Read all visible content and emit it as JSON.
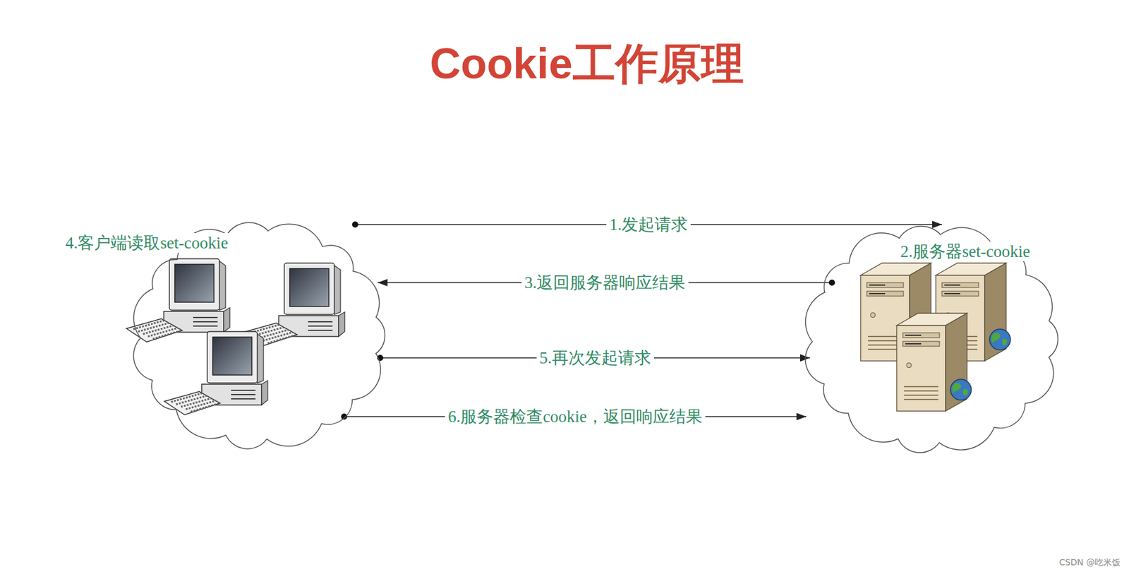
{
  "diagram": {
    "title": "Cookie工作原理",
    "nodes": [
      {
        "text": [
          "4.客户端读取set-cookie"
        ]
      },
      {
        "text": [
          "2.服务器set-cookie"
        ]
      }
    ],
    "edges": [
      {
        "from": 0,
        "to": 1,
        "arrow": "to",
        "label": "1.发起请求"
      },
      {
        "from": 1,
        "to": 0,
        "arrow": "to",
        "label": "3.返回服务器响应结果"
      },
      {
        "from": 0,
        "to": 1,
        "arrow": "to",
        "label": "5.再次发起请求"
      },
      {
        "from": 0,
        "to": 1,
        "arrow": "to",
        "label": "6.服务器检查cookie，返回响应结果"
      }
    ],
    "labels": [
      "CSDN @吃米饭"
    ]
  }
}
